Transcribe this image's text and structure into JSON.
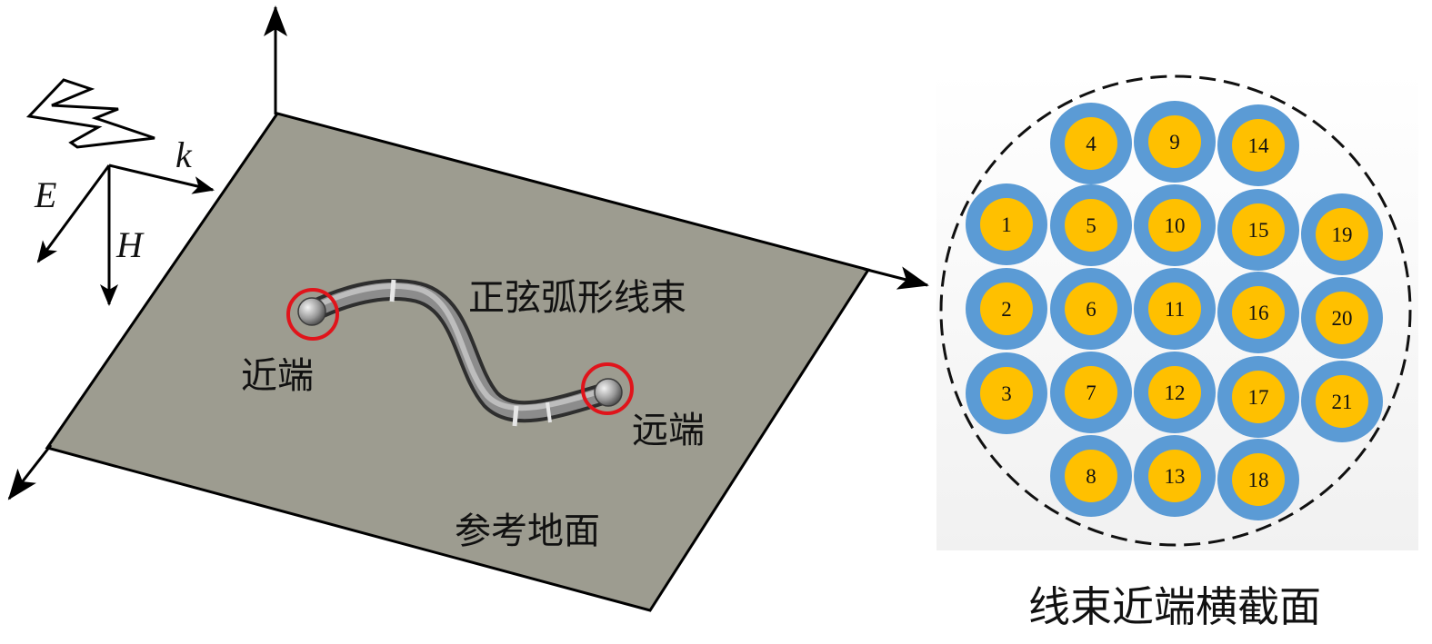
{
  "wave": {
    "k_label": "k",
    "E_label": "E",
    "H_label": "H"
  },
  "scene": {
    "bundle_label": "正弦弧形线束",
    "near_end_label": "近端",
    "far_end_label": "远端",
    "ground_label": "参考地面"
  },
  "cross_section": {
    "title": "线束近端横截面",
    "wires": [
      "1",
      "2",
      "3",
      "4",
      "5",
      "6",
      "7",
      "8",
      "9",
      "10",
      "11",
      "12",
      "13",
      "14",
      "15",
      "16",
      "17",
      "18",
      "19",
      "20",
      "21"
    ]
  },
  "colors": {
    "ground": "#9d9c90",
    "insulation": "#5b9bd5",
    "conductor": "#ffc000",
    "marker": "#e0141b"
  }
}
